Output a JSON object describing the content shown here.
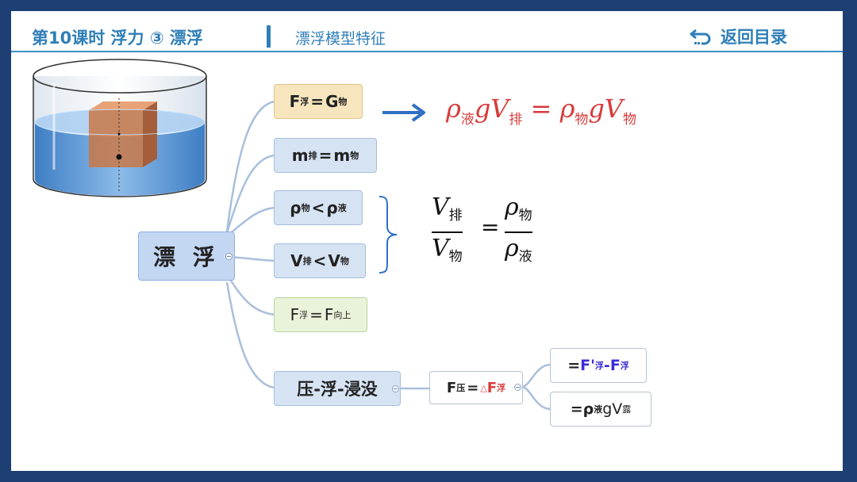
{
  "header": {
    "title": "第10课时 浮力 ③ 漂浮",
    "subtitle": "漂浮模型特征",
    "back_label": "返回目录"
  },
  "colors": {
    "frame": "#1d3f73",
    "accent": "#2f7fb8",
    "formula_red": "#d93a3a",
    "arrow": "#2f6ec4",
    "branch": "#a9bfdc"
  },
  "mindmap": {
    "center": "漂 浮",
    "n1": {
      "a": "F",
      "a_sub": "浮",
      "op": "=",
      "b": "G",
      "b_sub": "物"
    },
    "n2": {
      "a": "m",
      "a_sub": "排",
      "op": "=",
      "b": "m",
      "b_sub": "物"
    },
    "n3": {
      "a": "ρ",
      "a_sub": "物",
      "op": "<",
      "b": "ρ",
      "b_sub": "液"
    },
    "n4": {
      "a": "V",
      "a_sub": "排",
      "op": "<",
      "b": "V",
      "b_sub": "物"
    },
    "n5": {
      "a": "F",
      "a_sub": "浮",
      "op": "=",
      "b": "F",
      "b_sub": "向上"
    },
    "n6": "压-浮-浸没",
    "n7": {
      "a": "F",
      "a_sub": "压",
      "op": "=",
      "delta": "△",
      "b": "F",
      "b_sub": "浮"
    },
    "n8": {
      "op": "=",
      "a": "F'",
      "a_sub": "浮",
      "dash": "-",
      "b": "F",
      "b_sub": "浮"
    },
    "n9": {
      "op": "=",
      "a": "ρ",
      "a_sub": "液",
      "b": "gV",
      "b_sub": "露"
    }
  },
  "formula1": {
    "rho": "ρ",
    "liq": "液",
    "gv": "gV",
    "pai": "排",
    "eq": "=",
    "rho2": "ρ",
    "obj": "物",
    "gv2": "gV",
    "obj2": "物"
  },
  "fraction": {
    "num_l": "V",
    "num_l_sub": "排",
    "den_l": "V",
    "den_l_sub": "物",
    "eq": "=",
    "num_r": "ρ",
    "num_r_sub": "物",
    "den_r": "ρ",
    "den_r_sub": "液"
  }
}
